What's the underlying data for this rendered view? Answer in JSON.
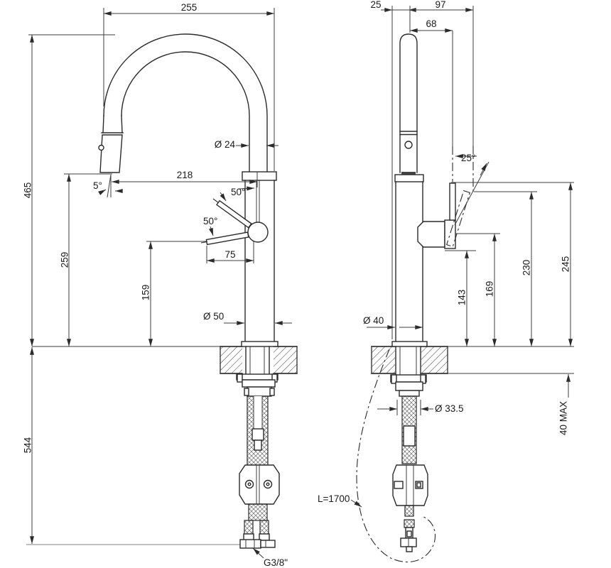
{
  "drawing": {
    "type": "faucet-installation-dimensions",
    "line_color": "#2b2b2b",
    "dim_color": "#3c3c3c",
    "front_view": {
      "overall_width": "255",
      "height_above_counter": "465",
      "spout_outlet_height": "259",
      "spout_reach": "218",
      "spout_tube_diameter": "Ø 24",
      "aerator_angle": "5°",
      "lever_open_angle": "50°",
      "lever_swing_angle": "50°",
      "lever_length": "75",
      "lever_tip_height": "159",
      "body_diameter": "Ø 50",
      "under_counter_depth": "544",
      "thread_size": "G3/8\""
    },
    "side_view": {
      "body_front_offset": "25",
      "lever_reach": "97",
      "lever_offset": "68",
      "lever_tilt_angle": "25°",
      "lever_down_height": "143",
      "lever_pivot_height": "169",
      "lever_tilted_top_height": "230",
      "lever_top_height": "245",
      "body_diameter": "Ø 40",
      "mounting_hole_diameter": "Ø 33.5",
      "counter_thickness_max": "40 MAX",
      "pullout_hose_length": "L=1700"
    }
  }
}
